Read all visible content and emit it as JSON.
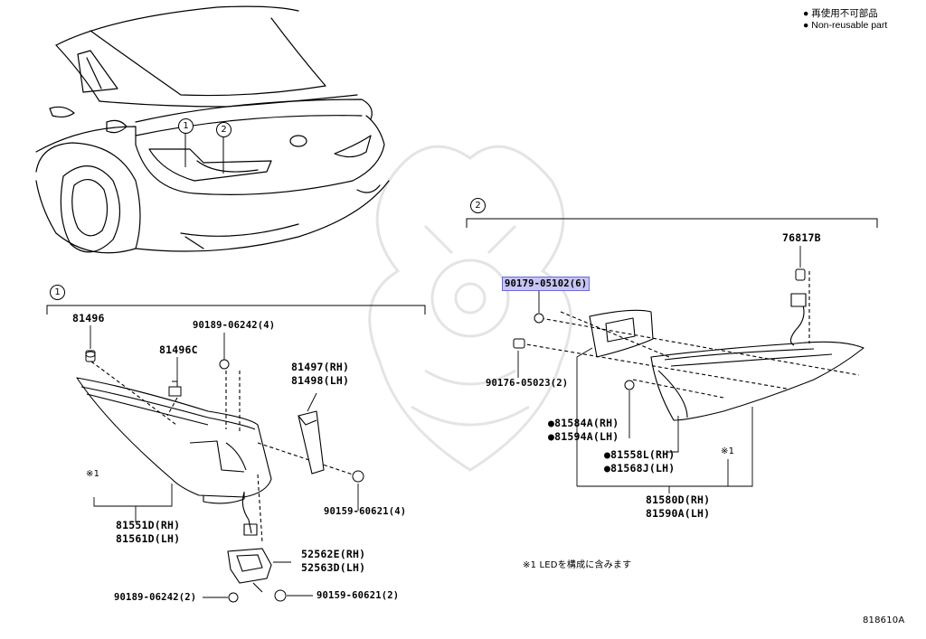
{
  "legend": {
    "line1": "● 再使用不可部品",
    "line2": "● Non-reusable part"
  },
  "callouts": {
    "group1_top": "1",
    "group2_top": "2",
    "group1_box": "1",
    "group2_box": "2"
  },
  "parts_group1": {
    "p81496": "81496",
    "p81496c": "81496C",
    "p90189_top": "90189-06242(4)",
    "p81497": "81497(RH)",
    "p81498": "81498(LH)",
    "note1": "※1",
    "p81551d": "81551D(RH)",
    "p81561d": "81561D(LH)",
    "p90159_right": "90159-60621(4)",
    "p52562e": "52562E(RH)",
    "p52563d": "52563D(LH)",
    "p90189_bottom": "90189-06242(2)",
    "p90159_bottom": "90159-60621(2)"
  },
  "parts_group2": {
    "p76817b": "76817B",
    "p90179": "90179-05102(6)",
    "p90176": "90176-05023(2)",
    "p81584a": "●81584A(RH)",
    "p81594a": "●81594A(LH)",
    "p81558l": "●81558L(RH)",
    "p81568j": "●81568J(LH)",
    "note1": "※1",
    "p81580d": "81580D(RH)",
    "p81590a": "81590A(LH)"
  },
  "footnote": "※1 LEDを構成に含みます",
  "diagram_id": "818610A"
}
